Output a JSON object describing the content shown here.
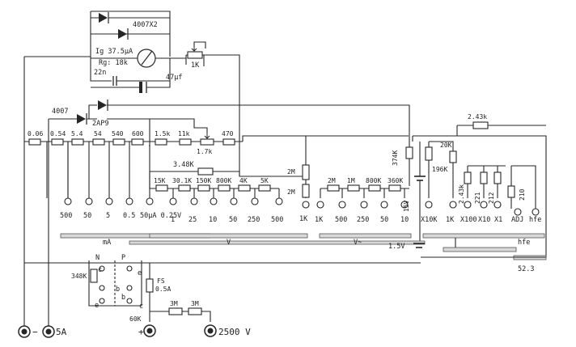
{
  "meter": {
    "diode_block": "4007X2",
    "ig": "Ig 37.5μA",
    "rg": "Rg: 18k",
    "cap_small": "22n",
    "cap_large": "47μf",
    "pot": "1K"
  },
  "protect": {
    "d1": "4007",
    "d2": "2AP9"
  },
  "shunts": [
    "0.06",
    "0.54",
    "5.4",
    "54",
    "540",
    "600",
    "1.5k",
    "11k",
    "470"
  ],
  "pot_17k": "1.7k",
  "dca_ranges": [
    "500",
    "50",
    "5",
    "0.5",
    "50μA 0.25V"
  ],
  "res_348k": "3.48K",
  "dcv_res": [
    "15K",
    "30.1K",
    "150K",
    "800K",
    "4K",
    "5K"
  ],
  "dcv_ranges": [
    "1",
    "25",
    "10",
    "50",
    "250",
    "500"
  ],
  "two_m": [
    "2M",
    "2M"
  ],
  "acv_res": [
    "2M",
    "1M",
    "800K",
    "360K"
  ],
  "acv_ranges": [
    "1K",
    "500",
    "250",
    "50",
    "10"
  ],
  "one_k_left": "1K",
  "r374k": "374K",
  "r196k": "196K",
  "r20k": "20K",
  "battery_15v": "15V",
  "battery_15v_b": "1.5V",
  "r243k_top": "2.43k",
  "ohm_res": [
    "2.43k",
    "221",
    "212",
    "210"
  ],
  "ohm_ranges": [
    "X10K",
    "1K",
    "X100",
    "X10",
    "X1",
    "ADJ",
    "hfe"
  ],
  "bars": {
    "ma": "mA",
    "v": "V",
    "ac": "V~",
    "hfe": "hfe"
  },
  "adj_value": "52.3",
  "transistor": {
    "n": "N",
    "p": "P",
    "c": "c",
    "b": "b",
    "e": "e",
    "r348k": "348K"
  },
  "fuse": {
    "fs": "FS",
    "rating": "0.5A"
  },
  "r60k": "60K",
  "hv_res": [
    "3M",
    "3M"
  ],
  "jacks": {
    "com": "−",
    "a5": "5A",
    "plus": "+",
    "hv": "2500 V"
  }
}
